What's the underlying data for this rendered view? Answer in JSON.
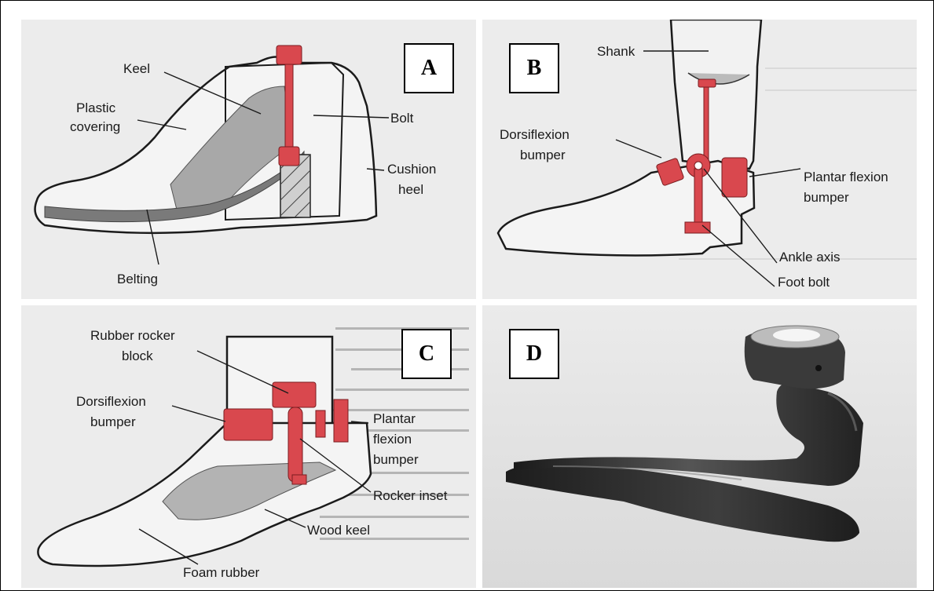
{
  "panels": {
    "a": {
      "letter": "A",
      "labels": {
        "keel": "Keel",
        "plastic_covering_1": "Plastic",
        "plastic_covering_2": "covering",
        "bolt": "Bolt",
        "cushion_heel_1": "Cushion",
        "cushion_heel_2": "heel",
        "belting": "Belting"
      }
    },
    "b": {
      "letter": "B",
      "labels": {
        "shank": "Shank",
        "dorsiflexion_1": "Dorsiflexion",
        "dorsiflexion_2": "bumper",
        "plantar_1": "Plantar flexion",
        "plantar_2": "bumper",
        "ankle_axis": "Ankle axis",
        "foot_bolt": "Foot bolt"
      }
    },
    "c": {
      "letter": "C",
      "labels": {
        "rocker_block_1": "Rubber rocker",
        "rocker_block_2": "block",
        "dorsiflexion_1": "Dorsiflexion",
        "dorsiflexion_2": "bumper",
        "plantar_1": "Plantar",
        "plantar_2": "flexion",
        "plantar_3": "bumper",
        "rocker_inset": "Rocker inset",
        "wood_keel": "Wood keel",
        "foam_rubber": "Foam rubber"
      }
    },
    "d": {
      "letter": "D"
    }
  },
  "colors": {
    "component_red": "#d9484e",
    "keel_gray": "#a8a8a8",
    "belting_gray": "#7a7a7a",
    "carbon_dark": "#2b2b2b"
  }
}
